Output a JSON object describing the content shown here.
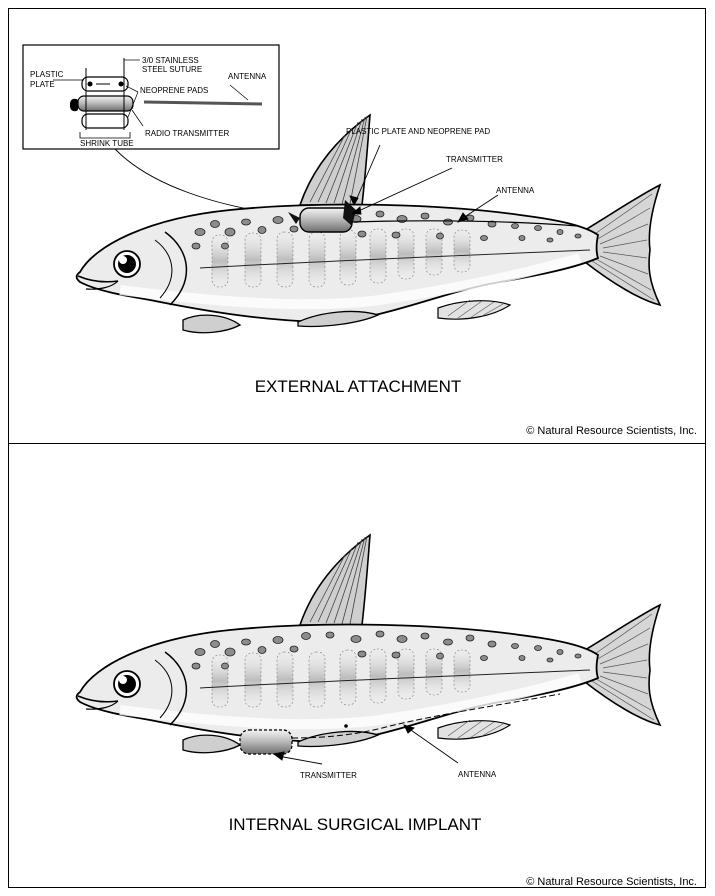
{
  "top_panel": {
    "inset": {
      "plastic_plate_line1": "PLASTIC",
      "plastic_plate_line2": "PLATE",
      "suture_line1": "3/0 STAINLESS",
      "suture_line2": "STEEL SUTURE",
      "neoprene_pads": "NEOPRENE PADS",
      "antenna": "ANTENNA",
      "shrink_tube": "SHRINK TUBE",
      "radio_transmitter": "RADIO TRANSMITTER"
    },
    "labels": {
      "plate_and_pad": "PLASTIC PLATE AND NEOPRENE PAD",
      "transmitter": "TRANSMITTER",
      "antenna": "ANTENNA"
    },
    "title": "EXTERNAL ATTACHMENT",
    "copyright": "© Natural Resource Scientists, Inc."
  },
  "bottom_panel": {
    "labels": {
      "transmitter": "TRANSMITTER",
      "antenna": "ANTENNA"
    },
    "title": "INTERNAL SURGICAL IMPLANT",
    "copyright": "© Natural Resource Scientists, Inc."
  }
}
